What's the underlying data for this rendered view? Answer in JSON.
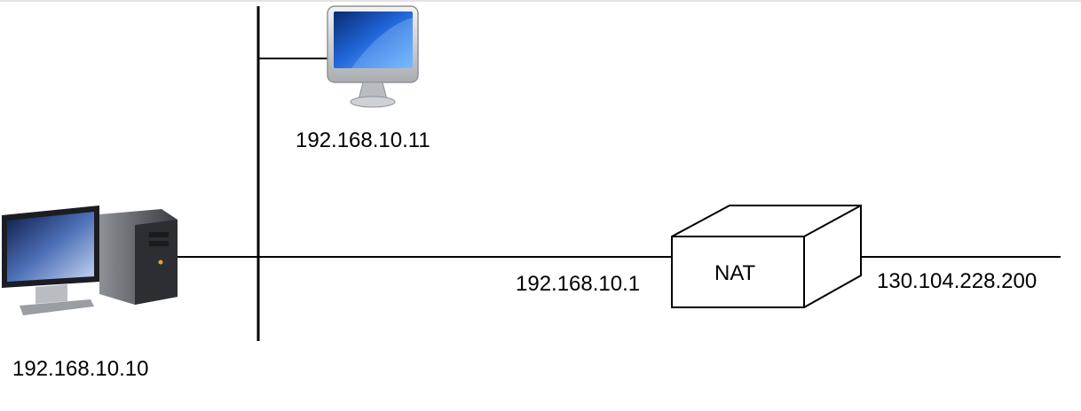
{
  "nodes": {
    "workstation": {
      "ip": "192.168.10.10",
      "icon": "desktop-tower-icon"
    },
    "imac": {
      "ip": "192.168.10.11",
      "icon": "imac-monitor-icon"
    },
    "nat": {
      "label": "NAT",
      "inside_ip": "192.168.10.1",
      "outside_ip": "130.104.228.200",
      "icon": "nat-box-icon"
    }
  },
  "colors": {
    "line": "#000000",
    "screen_blue": "#1d5fd0",
    "monitor_silver": "#c9cbce",
    "tower_dark": "#4a4c52"
  }
}
